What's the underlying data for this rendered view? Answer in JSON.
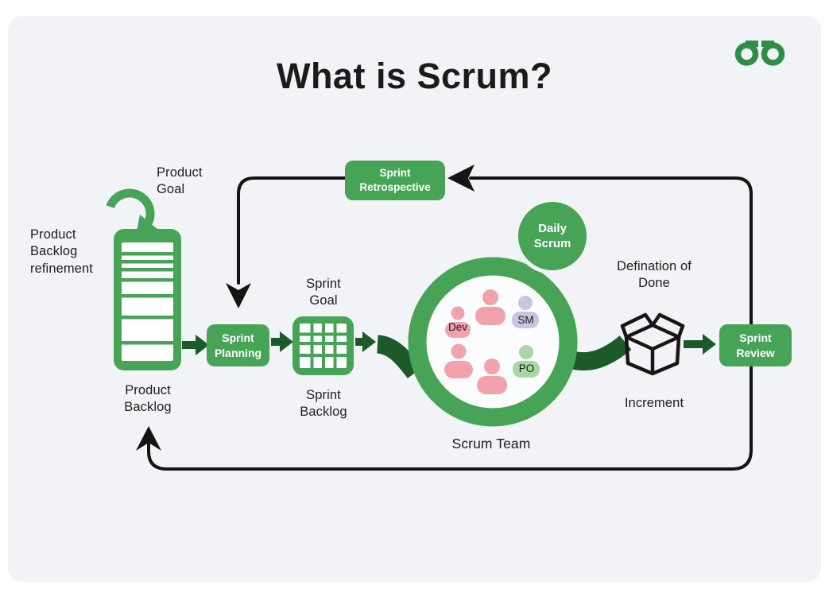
{
  "page": {
    "title": "What is Scrum?"
  },
  "logo": {
    "name": "GeeksforGeeks",
    "color": "#2f8d46"
  },
  "colors": {
    "background": "#f1f3f6",
    "green": "#47a457",
    "dark_green": "#1d5a2a",
    "arrow_black": "#141414",
    "dev_pink": "#f2a2ac",
    "sm_purple": "#c7c6e2",
    "po_light_green": "#a9d7a3"
  },
  "labels": {
    "product_goal": "Product Goal",
    "product_backlog_refinement": "Product Backlog refinement",
    "product_backlog": "Product Backlog",
    "sprint_planning": "Sprint Planning",
    "sprint_goal": "Sprint Goal",
    "sprint_backlog": "Sprint Backlog",
    "scrum_team": "Scrum Team",
    "daily_scrum": "Daily Scrum",
    "sprint_retrospective": "Sprint Retrospective",
    "definition_of_done": "Defination of Done",
    "increment": "Increment",
    "sprint_review": "Sprint Review"
  },
  "team_roles": {
    "dev": "Dev",
    "sm": "SM",
    "po": "PO"
  }
}
